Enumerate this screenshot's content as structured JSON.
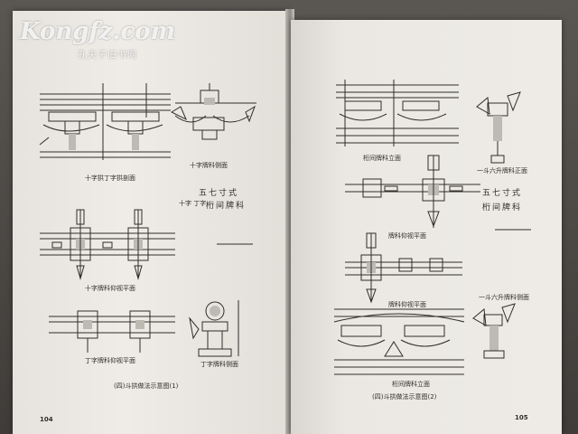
{
  "watermark": {
    "text": "Kongfz.com",
    "subtext": "孔夫子旧书网"
  },
  "left_page": {
    "captions": {
      "fig_a": "十字拱丁字拱剖面",
      "fig_b": "十字牌科侧面",
      "fig_c": "十字牌科仰视平面",
      "fig_d": "丁字牌科仰视平面",
      "fig_e": "丁字牌科侧面"
    },
    "title": {
      "line1": "五七寸式",
      "line2": "十字 丁字",
      "line3": "桁间牌科"
    },
    "figure_caption": "(四)斗拱做法示意图(1)",
    "page_number": "104"
  },
  "right_page": {
    "captions": {
      "fig_a": "桁间牌科立面",
      "fig_b": "一斗六升牌科正面",
      "fig_c": "牌科仰视平面",
      "fig_d": "牌科仰视平面",
      "fig_e": "一斗六升牌科侧面",
      "fig_f": "桁间牌科立面"
    },
    "title": {
      "line1": "五七寸式",
      "line2": "桁间牌科"
    },
    "figure_caption": "(四)斗拱做法示意图(2)",
    "page_number": "105"
  }
}
